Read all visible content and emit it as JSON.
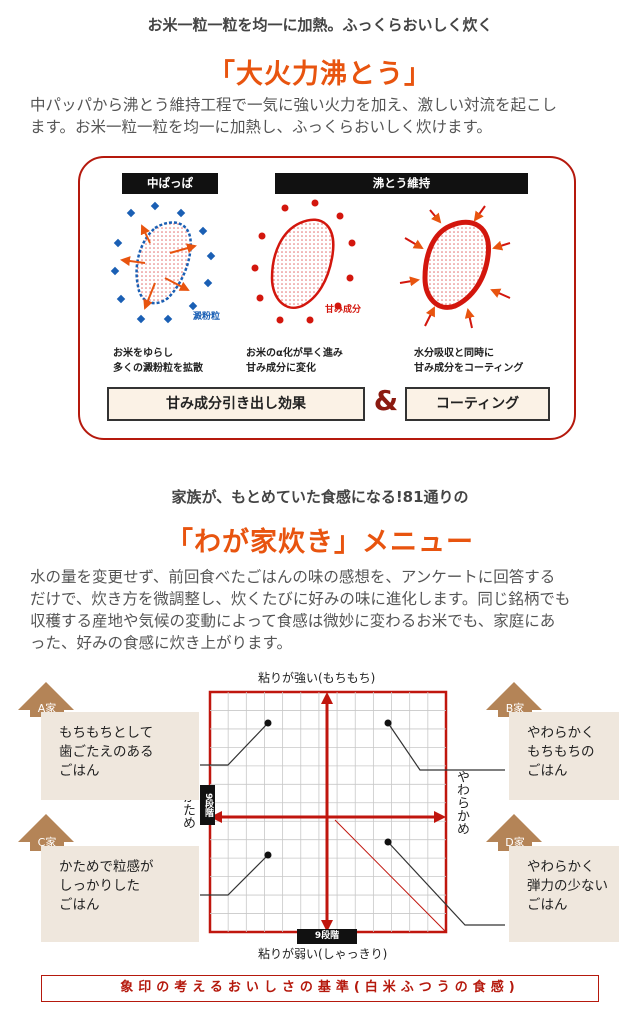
{
  "section1": {
    "subtitle": "お米一粒一粒を均一に加熱。ふっくらおいしく炊く",
    "title": "「大火力沸とう」",
    "paragraph_line1": "中パッパから沸とう維持工程で一気に強い火力を加え、激しい対流を起こし",
    "paragraph_line2": "ます。お米一粒一粒を均一に加熱し、ふっくらおいしく炊けます。",
    "bar_left": "中ぱっぱ",
    "bar_right": "沸とう維持",
    "label_starch": "澱粉粒",
    "label_sweet": "甘み成分",
    "caption1_line1": "お米をゆらし",
    "caption1_line2": "多くの澱粉粒を拡散",
    "caption2_line1": "お米のα化が早く進み",
    "caption2_line2": "甘み成分に変化",
    "caption3_line1": "水分吸収と同時に",
    "caption3_line2": "甘み成分をコーティング",
    "effect_left": "甘み成分引き出し効果",
    "ampersand": "&",
    "effect_right": "コーティング"
  },
  "section2": {
    "subtitle": "家族が、もとめていた食感になる!81通りの",
    "title": "「わが家炊き」メニュー",
    "paragraph_lines": [
      "水の量を変更せず、前回食べたごはんの味の感想を、アンケートに回答する",
      "だけで、炊き方を微調整し、炊くたびに好みの味に進化します。同じ銘柄でも",
      "収穫する産地や気候の変動によって食感は微妙に変わるお米でも、家庭にあ",
      "った、好みの食感に炊き上がります。"
    ],
    "axis_top": "粘りが強い(もちもち)",
    "axis_bottom": "粘りが弱い(しゃっきり)",
    "axis_left": "かため",
    "axis_right": "やわらかめ",
    "badge_vertical": "9段階",
    "badge_horizontal": "9段階",
    "houses": {
      "a": {
        "label": "A家",
        "lines": [
          "もちもちとして",
          "歯ごたえのある",
          "ごはん"
        ]
      },
      "b": {
        "label": "B家",
        "lines": [
          "やわらかく",
          "もちもちの",
          "ごはん"
        ]
      },
      "c": {
        "label": "C家",
        "lines": [
          "かためで粒感が",
          "しっかりした",
          "ごはん"
        ]
      },
      "d": {
        "label": "D家",
        "lines": [
          "やわらかく",
          "弾力の少ない",
          "ごはん"
        ]
      }
    },
    "footer": "象印の考えるおいしさの基準(白米ふつうの食感)"
  },
  "colors": {
    "accent": "#e8540f",
    "red": "#d3160d",
    "blue": "#1a5fb4",
    "house": "#b48457"
  }
}
